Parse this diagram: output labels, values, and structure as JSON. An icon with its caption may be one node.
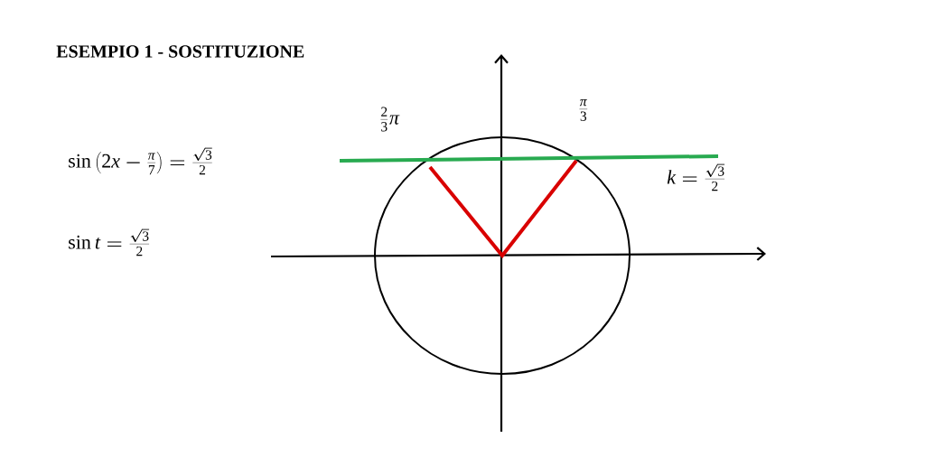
{
  "diagram": {
    "title": "ESEMPIO 1 - SOSTITUZIONE",
    "labels": [
      "\\sin\\left(2x-\\frac{\\pi}{7}\\right)=\\frac{\\sqrt{3}}{2}",
      "\\sin t=\\frac{\\sqrt{3}}{2}",
      "\\frac{2}{3}\\pi",
      "\\frac{\\pi}{3}",
      "k=\\frac{\\sqrt{3}}{2}"
    ]
  }
}
